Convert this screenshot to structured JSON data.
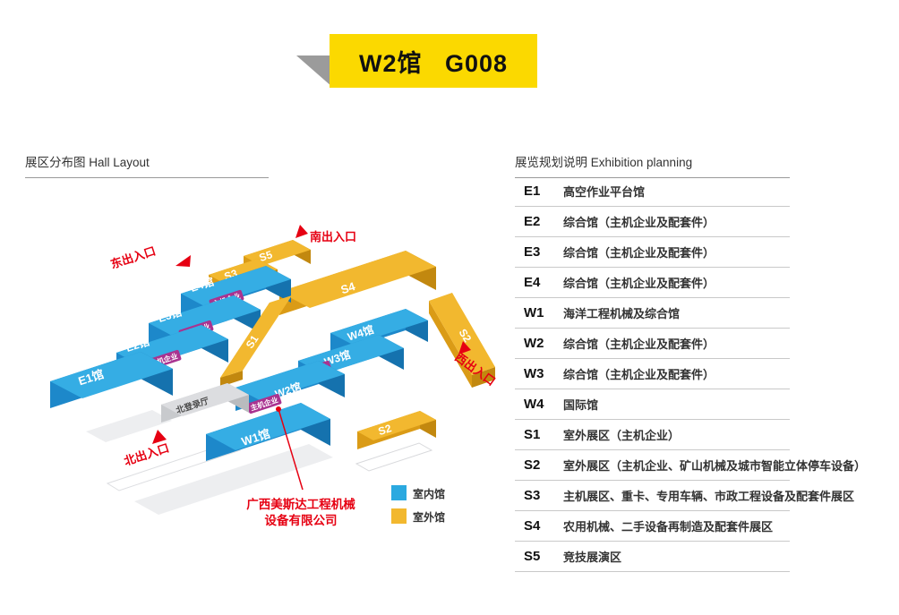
{
  "banner": {
    "title": "W2馆   G008"
  },
  "left_panel": {
    "heading": "展区分布图 Hall Layout"
  },
  "right_panel": {
    "heading": "展览规划说明 Exhibition planning",
    "rows": [
      {
        "code": "E1",
        "desc": "高空作业平台馆"
      },
      {
        "code": "E2",
        "desc": "综合馆（主机企业及配套件）"
      },
      {
        "code": "E3",
        "desc": "综合馆（主机企业及配套件）"
      },
      {
        "code": "E4",
        "desc": "综合馆（主机企业及配套件）"
      },
      {
        "code": "W1",
        "desc": "海洋工程机械及综合馆"
      },
      {
        "code": "W2",
        "desc": "综合馆（主机企业及配套件）"
      },
      {
        "code": "W3",
        "desc": "综合馆（主机企业及配套件）"
      },
      {
        "code": "W4",
        "desc": "国际馆"
      },
      {
        "code": "S1",
        "desc": "室外展区（主机企业）"
      },
      {
        "code": "S2",
        "desc": "室外展区（主机企业、矿山机械及城市智能立体停车设备）"
      },
      {
        "code": "S3",
        "desc": "主机展区、重卡、专用车辆、市政工程设备及配套件展区"
      },
      {
        "code": "S4",
        "desc": "农用机械、二手设备再制造及配套件展区"
      },
      {
        "code": "S5",
        "desc": "竞技展演区"
      }
    ]
  },
  "map": {
    "halls": {
      "e1": "E1馆",
      "e2": "E2馆",
      "e3": "E3馆",
      "e4": "E4馆",
      "w1": "W1馆",
      "w2": "W2馆",
      "w3": "W3馆",
      "w4": "W4馆"
    },
    "outdoor_areas": {
      "s1": "S1",
      "s2": "S2",
      "s2b": "S2",
      "s3": "S3",
      "s4": "S4",
      "s5": "S5"
    },
    "host_tag": "主机企业",
    "north_login_hall": "北登录厅",
    "entrances": {
      "east": "东出入口",
      "south": "南出入口",
      "west": "西出入口",
      "north": "北出入口"
    },
    "company_callout": {
      "line1": "广西美斯达工程机械",
      "line2": "设备有限公司"
    },
    "legend": {
      "indoor": {
        "label": "室内馆",
        "color": "#2BA9E0"
      },
      "outdoor": {
        "label": "室外馆",
        "color": "#F2B82F"
      }
    }
  },
  "colors": {
    "banner_yellow": "#FBD900",
    "accent_red": "#E60012",
    "indoor_blue_top": "#35ADE4",
    "indoor_blue_front": "#1D88CA",
    "outdoor_yellow_top": "#F2B82F",
    "outdoor_yellow_front": "#DA9B16",
    "tag_purple": "#A93390"
  }
}
